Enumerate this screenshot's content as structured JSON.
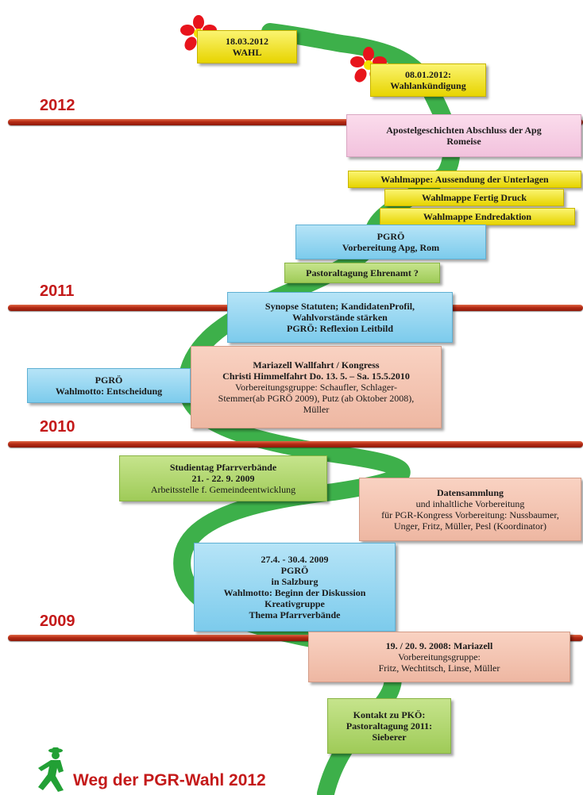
{
  "title": "Weg der PGR-Wahl 2012",
  "colors": {
    "road": "#3db04a",
    "timeline": "#b52a14",
    "year_text": "#c41a1a",
    "yellow": "#f0e020",
    "blue": "#8ed2ef",
    "pink": "#f6cbe3",
    "salmon": "#f3c1ad",
    "green": "#afd468",
    "flower": "#e8141c"
  },
  "years": [
    {
      "label": "2012"
    },
    {
      "label": "2011"
    },
    {
      "label": "2010"
    },
    {
      "label": "2009"
    }
  ],
  "boxes": {
    "wahl": {
      "line1": "18.03.2012",
      "line2": "WAHL"
    },
    "wahlankuendigung": {
      "line1": "08.01.2012:",
      "line2": "Wahlankündigung"
    },
    "apostelgeschichten": {
      "line1": "Apostelgeschichten Abschluss der Apg",
      "line2": "Romeise"
    },
    "wahlmappe_aussendung": {
      "line1": "Wahlmappe: Aussendung der Unterlagen"
    },
    "wahlmappe_druck": {
      "line1": "Wahlmappe Fertig Druck"
    },
    "wahlmappe_endredaktion": {
      "line1": "Wahlmappe Endredaktion"
    },
    "pgroe_rom": {
      "line1": "PGRÖ",
      "line2": "Vorbereitung Apg, Rom"
    },
    "pastoraltagung": {
      "line1": "Pastoraltagung Ehrenamt ?"
    },
    "synopse": {
      "line1": "Synopse Statuten; KandidatenProfil,",
      "line2": "Wahlvorstände stärken",
      "line3": "PGRÖ: Reflexion Leitbild"
    },
    "pgroe_wahlmotto": {
      "line1": "PGRÖ",
      "line2": "Wahlmotto: Entscheidung"
    },
    "mariazell_kongress": {
      "line1": "Mariazell Wallfahrt / Kongress",
      "line2": "Christi Himmelfahrt Do. 13. 5. – Sa. 15.5.2010",
      "line3": "Vorbereitungsgruppe: Schaufler, Schlager-",
      "line4": "Stemmer(ab PGRÖ 2009), Putz (ab Oktober 2008),",
      "line5": "Müller"
    },
    "studientag": {
      "line1": "Studientag Pfarrverbände",
      "line2": "21. - 22. 9. 2009",
      "line3": "Arbeitsstelle f. Gemeindeentwicklung"
    },
    "datensammlung": {
      "line1": "Datensammlung",
      "line2": "und inhaltliche Vorbereitung",
      "line3": "für PGR-Kongress Vorbereitung: Nussbaumer,",
      "line4": "Unger, Fritz, Müller, Pesl (Koordinator)"
    },
    "salzburg": {
      "line1": "27.4. - 30.4. 2009",
      "line2": "PGRÖ",
      "line3": "in Salzburg",
      "line4": "Wahlmotto: Beginn der Diskussion",
      "line5": "Kreativgruppe",
      "line6": "Thema Pfarrverbände"
    },
    "mariazell_2008": {
      "line1": "19. / 20. 9. 2008: Mariazell",
      "line2": "Vorbereitungsgruppe:",
      "line3": "Fritz, Wechtitsch, Linse, Müller"
    },
    "kontakt_pkoe": {
      "line1": "Kontakt zu PKÖ:",
      "line2": "Pastoraltagung 2011:",
      "line3": "Sieberer"
    }
  }
}
